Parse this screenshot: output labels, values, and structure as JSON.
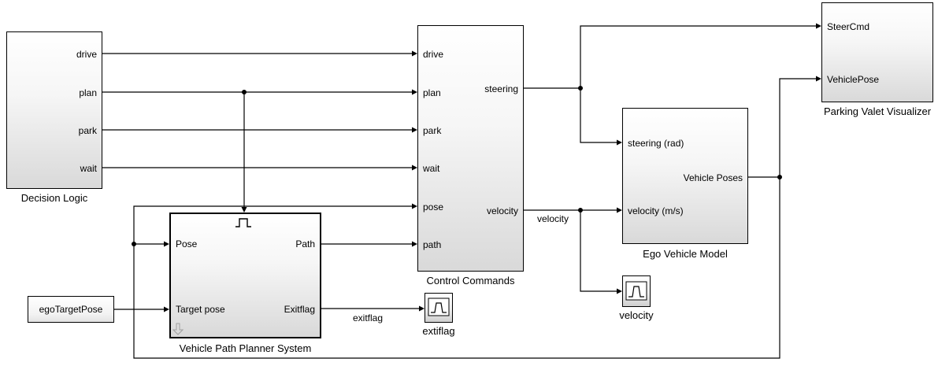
{
  "canvas": {
    "background": "#ffffff",
    "wire_color": "#000000"
  },
  "blocks": {
    "decision_logic": {
      "label": "Decision Logic",
      "outputs": [
        "drive",
        "plan",
        "park",
        "wait"
      ]
    },
    "ego_target_pose": {
      "label": "egoTargetPose"
    },
    "vehicle_path_planner": {
      "label": "Vehicle Path Planner System",
      "inputs": [
        "Pose",
        "Target pose"
      ],
      "outputs": [
        "Path",
        "Exitflag"
      ],
      "icons": [
        "trigger-icon",
        "down-arrow-badge-icon"
      ]
    },
    "control_commands": {
      "label": "Control Commands",
      "inputs": [
        "drive",
        "plan",
        "park",
        "wait",
        "pose",
        "path"
      ],
      "outputs": [
        "steering",
        "velocity"
      ]
    },
    "ego_vehicle_model": {
      "label": "Ego Vehicle Model",
      "inputs": [
        "steering (rad)",
        "velocity (m/s)"
      ],
      "outputs": [
        "Vehicle Poses"
      ]
    },
    "parking_valet_visualizer": {
      "label": "Parking Valet Visualizer",
      "inputs": [
        "SteerCmd",
        "VehiclePose"
      ]
    },
    "exitflag_scope": {
      "label": "extiflag",
      "icon": "scope-icon"
    },
    "velocity_scope": {
      "label": "velocity",
      "icon": "scope-icon"
    }
  },
  "signal_labels": {
    "velocity": "velocity",
    "exitflag": "exitflag"
  }
}
